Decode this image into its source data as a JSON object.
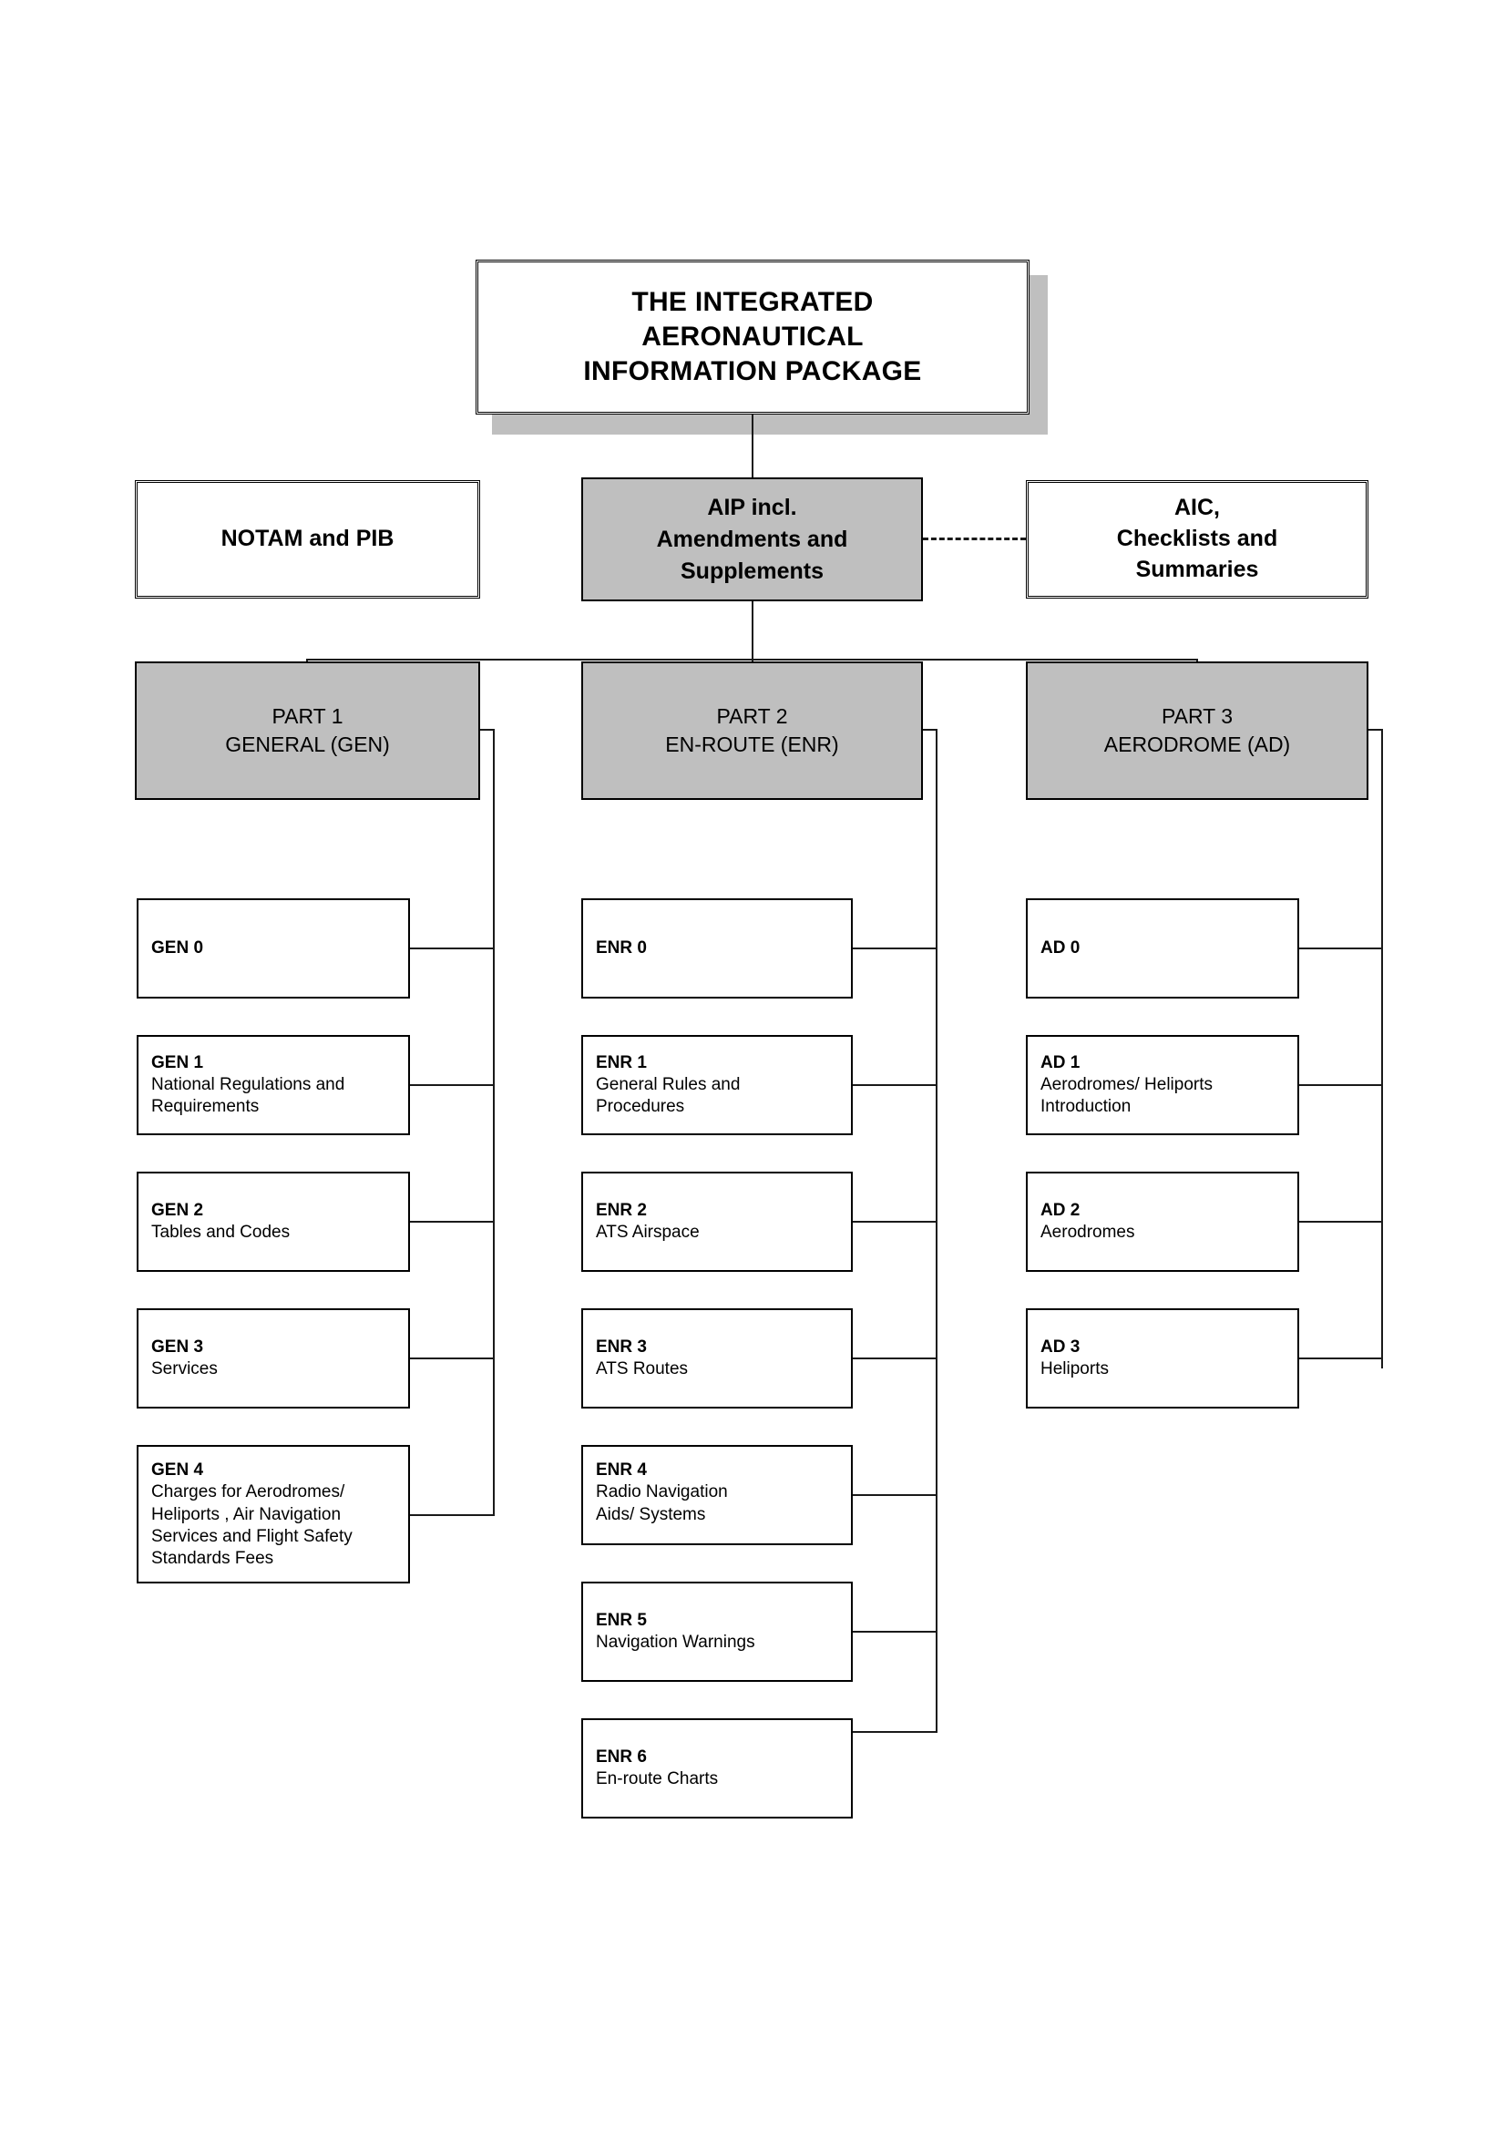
{
  "diagram": {
    "title_box": {
      "lines": [
        "THE INTEGRATED",
        "AERONAUTICAL",
        "INFORMATION PACKAGE"
      ]
    },
    "level2": [
      {
        "id": "notam",
        "lines": [
          "NOTAM and PIB"
        ],
        "style": "white-double"
      },
      {
        "id": "aip",
        "lines": [
          "AIP incl.",
          "Amendments and",
          "Supplements"
        ],
        "style": "gray"
      },
      {
        "id": "aic",
        "lines": [
          "AIC,",
          "Checklists and",
          "Summaries"
        ],
        "style": "white-double"
      }
    ],
    "parts": [
      {
        "id": "part1",
        "line1": "PART 1",
        "line2": "GENERAL (GEN)"
      },
      {
        "id": "part2",
        "line1": "PART 2",
        "line2": "EN-ROUTE (ENR)"
      },
      {
        "id": "part3",
        "line1": "PART 3",
        "line2": "AERODROME (AD)"
      }
    ],
    "sections": {
      "gen": [
        {
          "title": "GEN 0",
          "desc": ""
        },
        {
          "title": "GEN 1",
          "desc": "National Regulations and\nRequirements"
        },
        {
          "title": "GEN 2",
          "desc": "Tables and Codes"
        },
        {
          "title": "GEN 3",
          "desc": "Services"
        },
        {
          "title": "GEN 4",
          "desc": "Charges for Aerodromes/\nHeliports , Air Navigation\nServices and Flight Safety\nStandards Fees"
        }
      ],
      "enr": [
        {
          "title": "ENR 0",
          "desc": ""
        },
        {
          "title": "ENR 1",
          "desc": "General Rules and\nProcedures"
        },
        {
          "title": "ENR 2",
          "desc": "ATS Airspace"
        },
        {
          "title": "ENR 3",
          "desc": "ATS Routes"
        },
        {
          "title": "ENR 4",
          "desc": "Radio Navigation\nAids/ Systems"
        },
        {
          "title": "ENR 5",
          "desc": "Navigation Warnings"
        },
        {
          "title": "ENR 6",
          "desc": "En-route Charts"
        }
      ],
      "ad": [
        {
          "title": "AD 0",
          "desc": ""
        },
        {
          "title": "AD 1",
          "desc": "Aerodromes/ Heliports\nIntroduction"
        },
        {
          "title": "AD 2",
          "desc": "Aerodromes"
        },
        {
          "title": "AD 3",
          "desc": "Heliports"
        }
      ]
    },
    "colors": {
      "fill_gray": "#bfbfbf",
      "shadow_gray": "#bfbfbf",
      "line": "#1a1a1a",
      "background": "#ffffff"
    }
  }
}
